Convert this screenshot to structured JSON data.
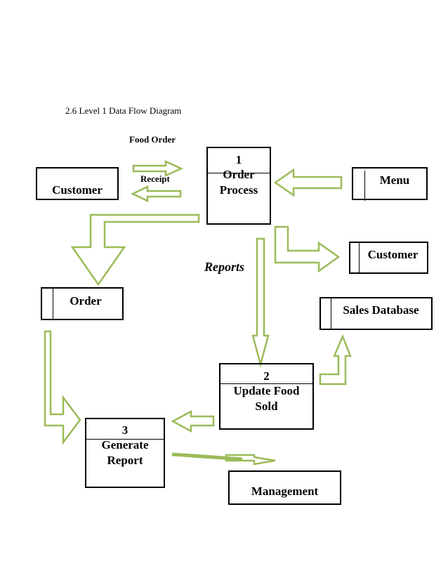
{
  "caption": "2.6 Level 1 Data Flow Diagram",
  "flows": {
    "food_order": "Food Order",
    "receipt": "Receipt",
    "reports": "Reports"
  },
  "entities": {
    "customer_left": "Customer",
    "menu": "Menu",
    "customer_right": "Customer",
    "management": "Management"
  },
  "stores": {
    "order": "Order",
    "sales_database": "Sales Database"
  },
  "processes": {
    "p1": {
      "number": "1",
      "name_line1": "Order",
      "name_line2": "Process"
    },
    "p2": {
      "number": "2",
      "name_line1": "Update Food",
      "name_line2": "Sold"
    },
    "p3": {
      "number": "3",
      "name_line1": "Generate",
      "name_line2": "Report"
    }
  },
  "colors": {
    "arrow": "#9bbb59",
    "border": "#000000"
  }
}
